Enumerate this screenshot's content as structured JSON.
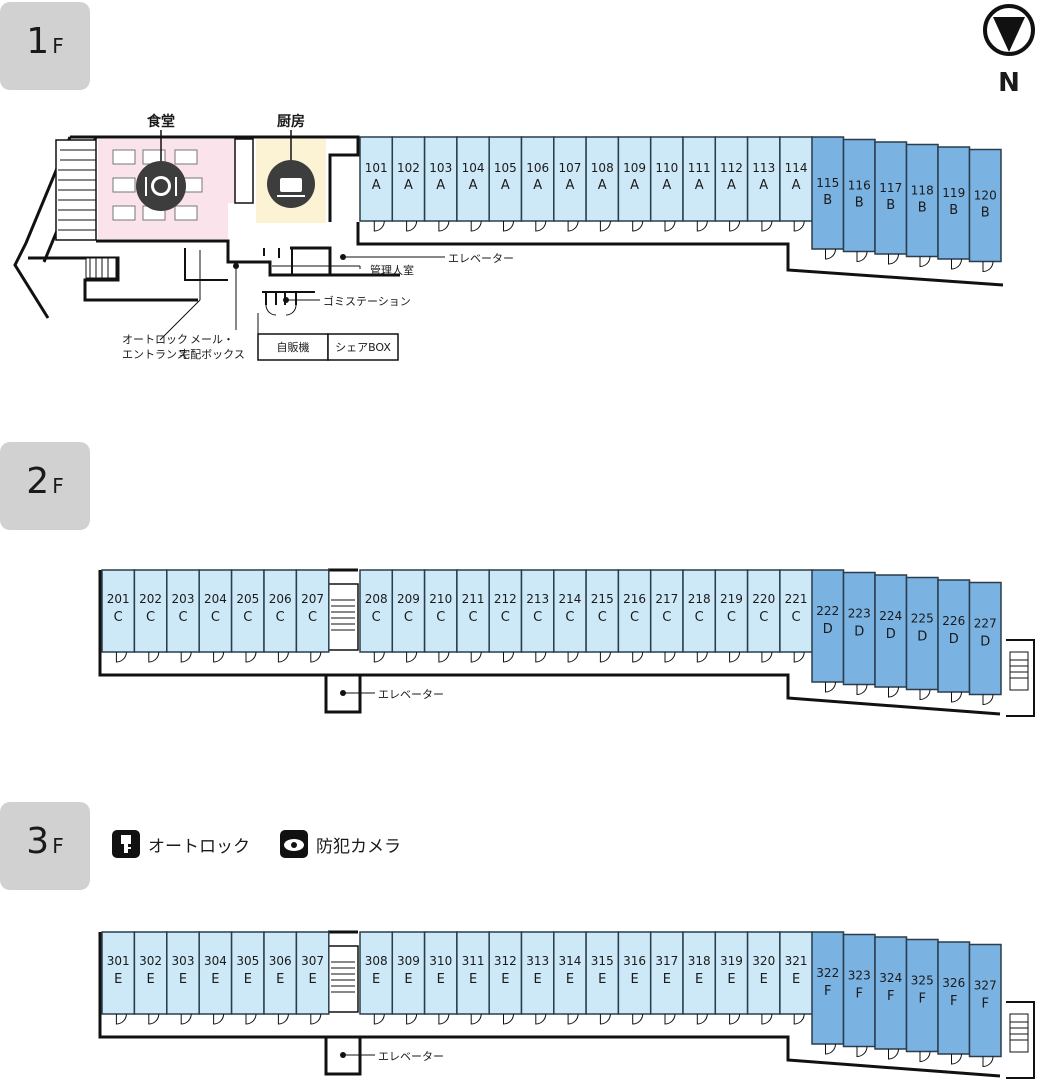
{
  "floors": [
    {
      "id": "1f",
      "num": "1",
      "unit": "F"
    },
    {
      "id": "2f",
      "num": "2",
      "unit": "F"
    },
    {
      "id": "3f",
      "num": "3",
      "unit": "F"
    }
  ],
  "compass": {
    "label": "N"
  },
  "legend": {
    "autolock": "オートロック",
    "camera": "防犯カメラ"
  },
  "floor1": {
    "dining": "食堂",
    "kitchen": "厨房",
    "elevator": "エレベーター",
    "manager": "管理人室",
    "garbage": "ゴミステーション",
    "autolock_line1": "オートロック",
    "autolock_line2": "エントランス",
    "mail_line1": "メール・",
    "mail_line2": "宅配ボックス",
    "vending": "自販機",
    "share_box": "シェアBOX",
    "rooms_a": [
      {
        "no": "101",
        "type": "A"
      },
      {
        "no": "102",
        "type": "A"
      },
      {
        "no": "103",
        "type": "A"
      },
      {
        "no": "104",
        "type": "A"
      },
      {
        "no": "105",
        "type": "A"
      },
      {
        "no": "106",
        "type": "A"
      },
      {
        "no": "107",
        "type": "A"
      },
      {
        "no": "108",
        "type": "A"
      },
      {
        "no": "109",
        "type": "A"
      },
      {
        "no": "110",
        "type": "A"
      },
      {
        "no": "111",
        "type": "A"
      },
      {
        "no": "112",
        "type": "A"
      },
      {
        "no": "113",
        "type": "A"
      },
      {
        "no": "114",
        "type": "A"
      }
    ],
    "rooms_b": [
      {
        "no": "115",
        "type": "B"
      },
      {
        "no": "116",
        "type": "B"
      },
      {
        "no": "117",
        "type": "B"
      },
      {
        "no": "118",
        "type": "B"
      },
      {
        "no": "119",
        "type": "B"
      },
      {
        "no": "120",
        "type": "B"
      }
    ]
  },
  "floor2": {
    "elevator": "エレベーター",
    "rooms_left": [
      {
        "no": "201",
        "type": "C"
      },
      {
        "no": "202",
        "type": "C"
      },
      {
        "no": "203",
        "type": "C"
      },
      {
        "no": "204",
        "type": "C"
      },
      {
        "no": "205",
        "type": "C"
      },
      {
        "no": "206",
        "type": "C"
      },
      {
        "no": "207",
        "type": "C"
      }
    ],
    "rooms_mid": [
      {
        "no": "208",
        "type": "C"
      },
      {
        "no": "209",
        "type": "C"
      },
      {
        "no": "210",
        "type": "C"
      },
      {
        "no": "211",
        "type": "C"
      },
      {
        "no": "212",
        "type": "C"
      },
      {
        "no": "213",
        "type": "C"
      },
      {
        "no": "214",
        "type": "C"
      },
      {
        "no": "215",
        "type": "C"
      },
      {
        "no": "216",
        "type": "C"
      },
      {
        "no": "217",
        "type": "C"
      },
      {
        "no": "218",
        "type": "C"
      },
      {
        "no": "219",
        "type": "C"
      },
      {
        "no": "220",
        "type": "C"
      },
      {
        "no": "221",
        "type": "C"
      }
    ],
    "rooms_right": [
      {
        "no": "222",
        "type": "D"
      },
      {
        "no": "223",
        "type": "D"
      },
      {
        "no": "224",
        "type": "D"
      },
      {
        "no": "225",
        "type": "D"
      },
      {
        "no": "226",
        "type": "D"
      },
      {
        "no": "227",
        "type": "D"
      }
    ]
  },
  "floor3": {
    "elevator": "エレベーター",
    "rooms_left": [
      {
        "no": "301",
        "type": "E"
      },
      {
        "no": "302",
        "type": "E"
      },
      {
        "no": "303",
        "type": "E"
      },
      {
        "no": "304",
        "type": "E"
      },
      {
        "no": "305",
        "type": "E"
      },
      {
        "no": "306",
        "type": "E"
      },
      {
        "no": "307",
        "type": "E"
      }
    ],
    "rooms_mid": [
      {
        "no": "308",
        "type": "E"
      },
      {
        "no": "309",
        "type": "E"
      },
      {
        "no": "310",
        "type": "E"
      },
      {
        "no": "311",
        "type": "E"
      },
      {
        "no": "312",
        "type": "E"
      },
      {
        "no": "313",
        "type": "E"
      },
      {
        "no": "314",
        "type": "E"
      },
      {
        "no": "315",
        "type": "E"
      },
      {
        "no": "316",
        "type": "E"
      },
      {
        "no": "317",
        "type": "E"
      },
      {
        "no": "318",
        "type": "E"
      },
      {
        "no": "319",
        "type": "E"
      },
      {
        "no": "320",
        "type": "E"
      },
      {
        "no": "321",
        "type": "E"
      }
    ],
    "rooms_right": [
      {
        "no": "322",
        "type": "F"
      },
      {
        "no": "323",
        "type": "F"
      },
      {
        "no": "324",
        "type": "F"
      },
      {
        "no": "325",
        "type": "F"
      },
      {
        "no": "326",
        "type": "F"
      },
      {
        "no": "327",
        "type": "F"
      }
    ]
  },
  "colors": {
    "room_light": "#cde9f7",
    "room_dark": "#7ab2e2",
    "dining_bg": "#fbe3ec",
    "kitchen_bg": "#fbf3d3",
    "badge": "#d1d1d1"
  }
}
